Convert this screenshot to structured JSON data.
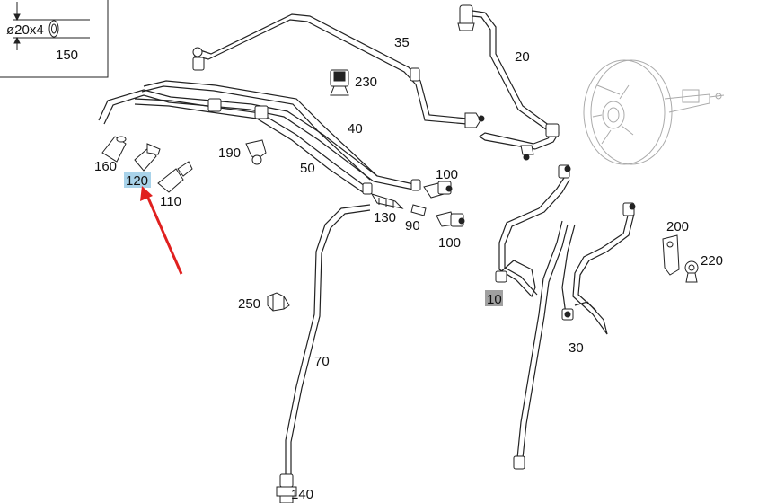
{
  "inset": {
    "dimension": "ø20x4",
    "part": "150"
  },
  "labels": {
    "p10": "10",
    "p20": "20",
    "p30": "30",
    "p35": "35",
    "p40": "40",
    "p50": "50",
    "p70": "70",
    "p90": "90",
    "p100a": "100",
    "p100b": "100",
    "p110": "110",
    "p120": "120",
    "p130": "130",
    "p140": "140",
    "p160": "160",
    "p190": "190",
    "p200": "200",
    "p220": "220",
    "p230": "230",
    "p250": "250"
  },
  "highlight": {
    "selected_color": "#a9d3ea",
    "grey_color": "#a0a0a0",
    "arrow_color": "#e0201f"
  }
}
